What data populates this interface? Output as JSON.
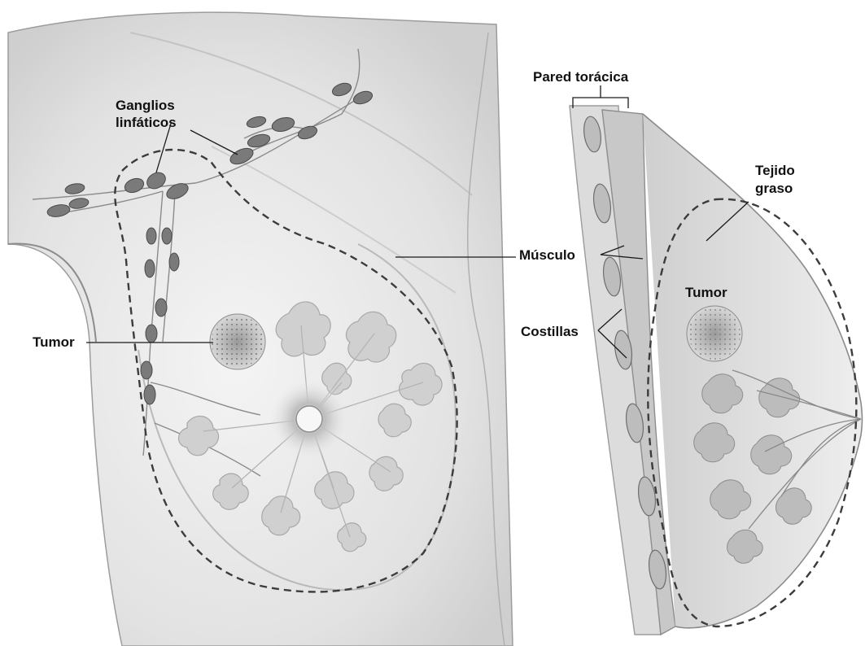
{
  "labels": {
    "ganglios_line1": "Ganglios",
    "ganglios_line2": "linfáticos",
    "tumor_front": "Tumor",
    "pared_toracica": "Pared torácica",
    "tejido_line1": "Tejido",
    "tejido_line2": "graso",
    "musculo": "Músculo",
    "tumor_side": "Tumor",
    "costillas": "Costillas"
  },
  "colors": {
    "ink": "#111111",
    "tissue": "#e6e6e6",
    "node": "#7a7a7a",
    "lobule": "#c9c9c9"
  }
}
